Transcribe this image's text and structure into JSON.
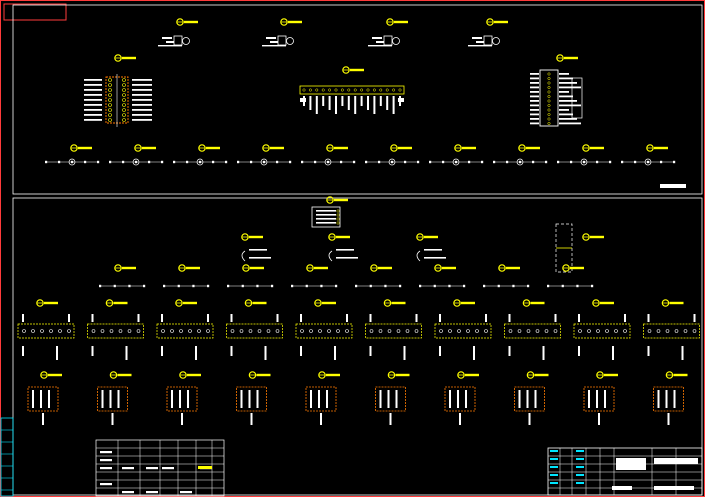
{
  "colors": {
    "background": "#000000",
    "frame": "#ff3b3b",
    "linework": "#ffffff",
    "callout": "#ffff00",
    "cyan": "#00e5ff",
    "grid": "#3a5fff"
  },
  "drawing": {
    "top_section": {
      "small_details": 4,
      "large_details": 3,
      "detail_row_count": 10
    },
    "bottom_section": {
      "upper_callouts": 3,
      "mid_row_count": 8,
      "frame_row_count": 10,
      "box_row_count": 10
    }
  }
}
